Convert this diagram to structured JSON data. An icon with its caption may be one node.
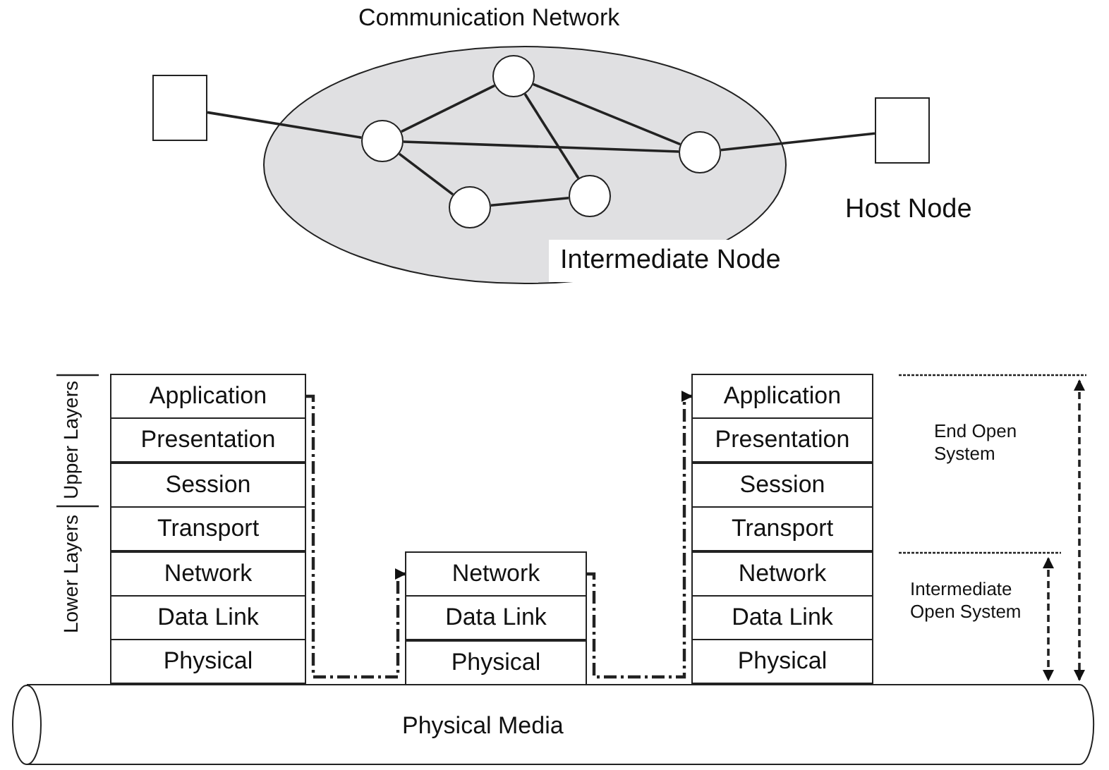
{
  "diagram": {
    "nodes": [
      {
        "text": [
          "Communication Network"
        ]
      },
      {
        "text": [],
        "shape": "box"
      },
      {
        "text": [],
        "shape": "circle",
        "in": 0
      },
      {
        "text": [],
        "shape": "circle",
        "in": 0
      },
      {
        "text": [],
        "shape": "circle",
        "in": 0
      },
      {
        "text": [],
        "shape": "circle",
        "in": 0
      },
      {
        "text": [],
        "shape": "circle",
        "in": 0
      },
      {
        "text": [],
        "shape": "box"
      },
      {
        "text": [
          "Application"
        ]
      },
      {
        "text": [
          "Presentation"
        ]
      },
      {
        "text": [
          "Session"
        ]
      },
      {
        "text": [
          "Transport"
        ]
      },
      {
        "text": [
          "Network"
        ]
      },
      {
        "text": [
          "Data Link"
        ]
      },
      {
        "text": [
          "Physical"
        ]
      },
      {
        "text": [
          "Network"
        ]
      },
      {
        "text": [
          "Data Link"
        ]
      },
      {
        "text": [
          "Physical"
        ]
      },
      {
        "text": [
          "Application"
        ]
      },
      {
        "text": [
          "Presentation"
        ]
      },
      {
        "text": [
          "Session"
        ]
      },
      {
        "text": [
          "Transport"
        ]
      },
      {
        "text": [
          "Network"
        ]
      },
      {
        "text": [
          "Data Link"
        ]
      },
      {
        "text": [
          "Physical"
        ]
      },
      {
        "text": [
          "Physical Media"
        ]
      }
    ],
    "edges": [
      {
        "from": 1,
        "to": 2,
        "arrow": "none"
      },
      {
        "from": 2,
        "to": 4,
        "arrow": "none"
      },
      {
        "from": 2,
        "to": 6,
        "arrow": "none"
      },
      {
        "from": 2,
        "to": 3,
        "arrow": "none"
      },
      {
        "from": 3,
        "to": 5,
        "arrow": "none"
      },
      {
        "from": 4,
        "to": 5,
        "arrow": "none"
      },
      {
        "from": 4,
        "to": 6,
        "arrow": "none"
      },
      {
        "from": 6,
        "to": 7,
        "arrow": "none"
      },
      {
        "from": 8,
        "to": 15,
        "arrow": "to",
        "style": "dashed"
      },
      {
        "from": 15,
        "to": 18,
        "arrow": "to",
        "style": "dashed"
      }
    ],
    "labels": [
      "Host Node",
      "Intermediate Node",
      "Upper Layers",
      "Lower Layers",
      "End Open System",
      "Intermediate Open System"
    ]
  }
}
